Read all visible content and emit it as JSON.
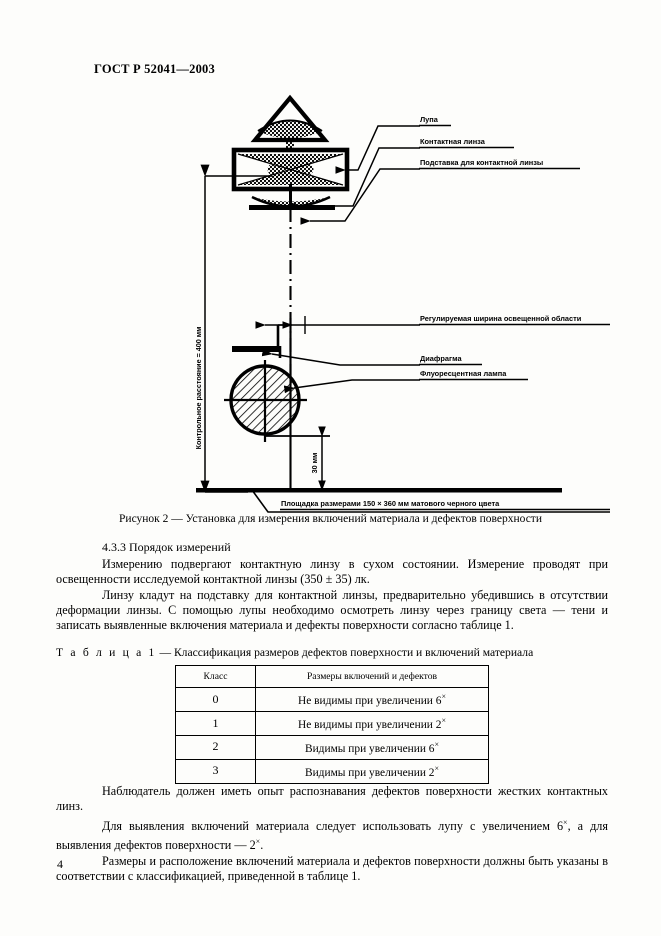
{
  "header": {
    "standard": "ГОСТ Р 52041—2003"
  },
  "figure": {
    "caption": "Рисунок 2 — Установка для измерения включений материала и дефектов поверхности",
    "labels": {
      "loupe": "Лупа",
      "contact_lens": "Контактная линза",
      "lens_stand": "Подставка для контактной линзы",
      "adjustable_width": "Регулируемая ширина освещенной области",
      "diaphragm": "Диафрагма",
      "fluorescent_lamp": "Флуоресцентная лампа",
      "control_distance": "Контрольное расстояние = 400 мм",
      "height_30mm": "30 мм",
      "platform": "Площадка размерами 150 × 360 мм матового черного цвета"
    }
  },
  "section": {
    "heading": "4.3.3  Порядок измерений",
    "paragraph_1": "Измерению подвергают контактную линзу в сухом состоянии. Измерение проводят при освещенности исследуемой контактной линзы (350 ± 35) лк.",
    "paragraph_2": "Линзу кладут на подставку для контактной линзы, предварительно убедившись в отсутствии деформации линзы. С помощью лупы необходимо осмотреть линзу через границу света — тени и записать выявленные включения материала и дефекты поверхности согласно таблице 1."
  },
  "table": {
    "title_prefix": "Т а б л и ц а 1",
    "title_rest": " — Классификация размеров дефектов поверхности и включений материала",
    "headers": [
      "Класс",
      "Размеры включений и дефектов"
    ],
    "rows": [
      {
        "class": "0",
        "description": "Не видимы при увеличении 6",
        "magnifier": "×"
      },
      {
        "class": "1",
        "description": "Не видимы при увеличении 2",
        "magnifier": "×"
      },
      {
        "class": "2",
        "description": "Видимы при увеличении 6",
        "magnifier": "×"
      },
      {
        "class": "3",
        "description": "Видимы при увеличении 2",
        "magnifier": "×"
      }
    ]
  },
  "trailing": {
    "paragraph_3": "Наблюдатель должен иметь опыт распознавания дефектов поверхности жестких контактных линз.",
    "paragraph_4_a": "Для выявления включений материала следует использовать лупу с увеличением 6",
    "paragraph_4_b": ", а для выявления дефектов поверхности — 2",
    "paragraph_4_c": ".",
    "sup": "×",
    "paragraph_5": "Размеры и расположение включений материала и дефектов поверхности должны быть указаны в соответствии с классификацией, приведенной в таблице 1."
  },
  "folio": {
    "page_number": "4"
  }
}
